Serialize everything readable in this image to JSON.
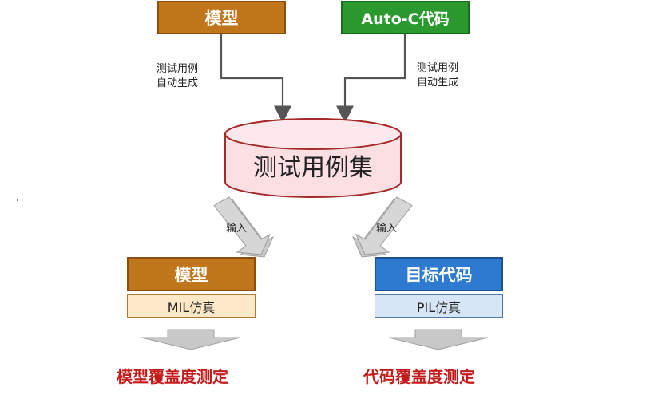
{
  "inputs": {
    "model_label": "模型",
    "autoc_label": "Auto-C代码",
    "left_note": [
      "测试用例",
      "自动生成"
    ],
    "right_note": [
      "测试用例",
      "自动生成"
    ]
  },
  "database": {
    "label": "测试用例集"
  },
  "arrows": {
    "left_input_label": "输入",
    "right_input_label": "输入"
  },
  "left_branch": {
    "title": "模型",
    "subtitle": "MIL仿真",
    "result": "模型覆盖度测定"
  },
  "right_branch": {
    "title": "目标代码",
    "subtitle": "PIL仿真",
    "result": "代码覆盖度测定"
  },
  "colors": {
    "orange": "#c0761b",
    "green": "#2a9a2e",
    "blue": "#2f7ad1",
    "db_fill": "#fbdfe3",
    "db_border": "#a52a2a",
    "result_red": "#c41a1a"
  }
}
